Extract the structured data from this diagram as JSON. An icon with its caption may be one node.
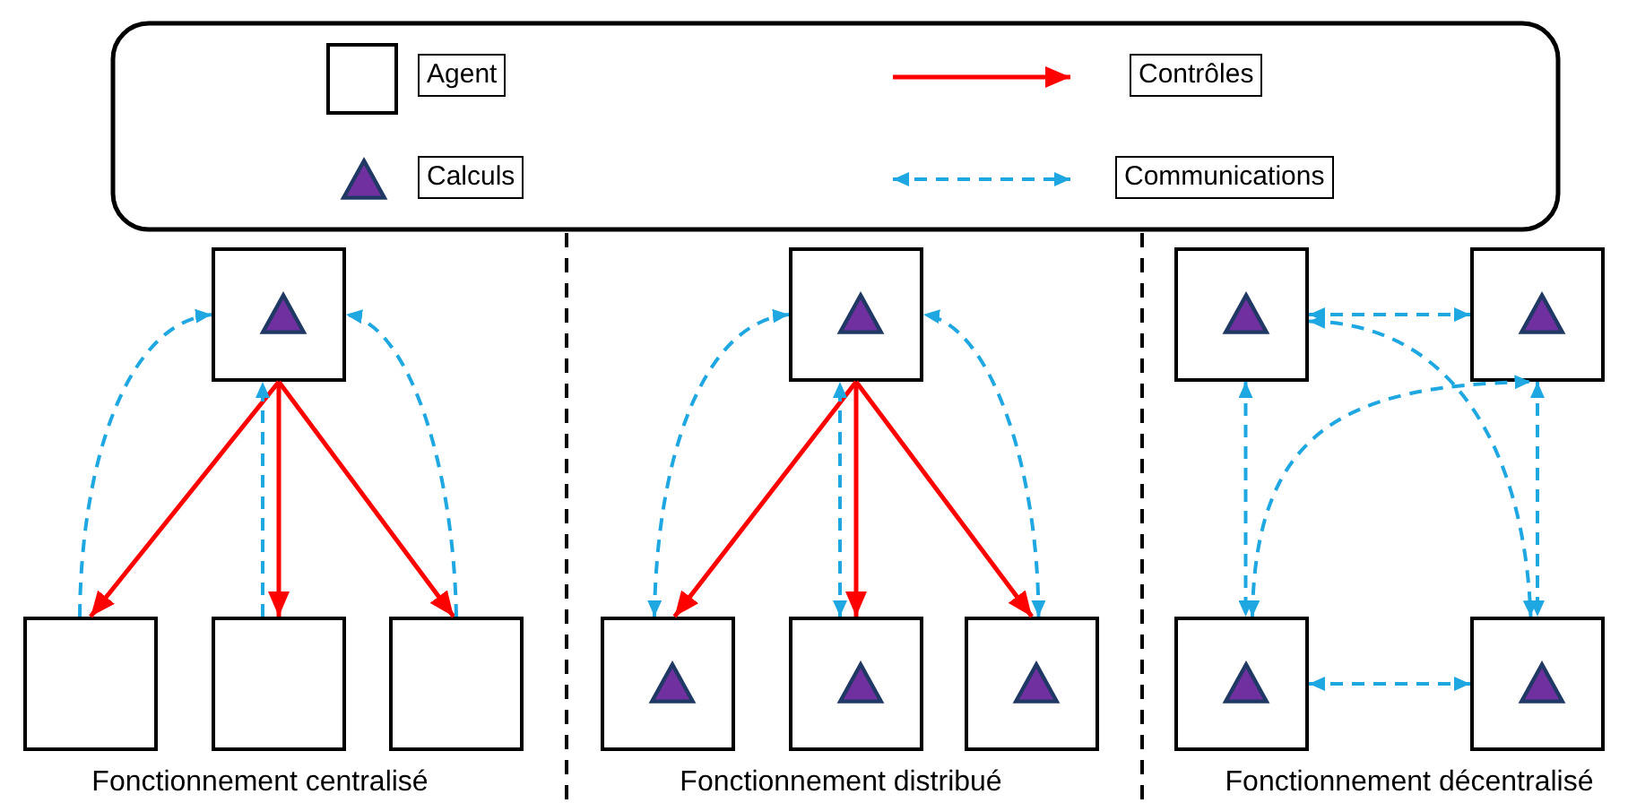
{
  "diagram": {
    "nodes": [
      {
        "text": [],
        "shape": "box"
      },
      {
        "text": [],
        "shape": "triangle",
        "in": 0
      },
      {
        "text": [],
        "shape": "box"
      },
      {
        "text": [],
        "shape": "box"
      },
      {
        "text": [],
        "shape": "box"
      },
      {
        "text": [],
        "shape": "box"
      },
      {
        "text": [],
        "shape": "triangle",
        "in": 5
      },
      {
        "text": [],
        "shape": "box"
      },
      {
        "text": [],
        "shape": "triangle",
        "in": 7
      },
      {
        "text": [],
        "shape": "box"
      },
      {
        "text": [],
        "shape": "triangle",
        "in": 9
      },
      {
        "text": [],
        "shape": "box"
      },
      {
        "text": [],
        "shape": "triangle",
        "in": 11
      },
      {
        "text": [],
        "shape": "box"
      },
      {
        "text": [],
        "shape": "triangle",
        "in": 13
      },
      {
        "text": [],
        "shape": "box"
      },
      {
        "text": [],
        "shape": "triangle",
        "in": 15
      },
      {
        "text": [],
        "shape": "box"
      },
      {
        "text": [],
        "shape": "triangle",
        "in": 17
      },
      {
        "text": [],
        "shape": "box"
      },
      {
        "text": [],
        "shape": "triangle",
        "in": 19
      }
    ],
    "edges": [
      {
        "from": 0,
        "to": 2,
        "arrow": "to",
        "color": "#ff0000"
      },
      {
        "from": 0,
        "to": 3,
        "arrow": "to",
        "color": "#ff0000"
      },
      {
        "from": 0,
        "to": 4,
        "arrow": "to",
        "color": "#ff0000"
      },
      {
        "from": 2,
        "to": 0,
        "arrow": "to",
        "style": "dashed"
      },
      {
        "from": 3,
        "to": 0,
        "arrow": "to",
        "style": "dashed"
      },
      {
        "from": 4,
        "to": 0,
        "arrow": "to",
        "style": "dashed"
      },
      {
        "from": 5,
        "to": 7,
        "arrow": "to",
        "color": "#ff0000"
      },
      {
        "from": 5,
        "to": 9,
        "arrow": "to",
        "color": "#ff0000"
      },
      {
        "from": 5,
        "to": 11,
        "arrow": "to",
        "color": "#ff0000"
      },
      {
        "from": 7,
        "to": 5,
        "arrow": "both",
        "style": "dashed"
      },
      {
        "from": 9,
        "to": 5,
        "arrow": "both",
        "style": "dashed"
      },
      {
        "from": 11,
        "to": 5,
        "arrow": "both",
        "style": "dashed"
      },
      {
        "from": 13,
        "to": 15,
        "arrow": "both",
        "style": "dashed"
      },
      {
        "from": 13,
        "to": 17,
        "arrow": "both",
        "style": "dashed"
      },
      {
        "from": 15,
        "to": 19,
        "arrow": "both",
        "style": "dashed"
      },
      {
        "from": 17,
        "to": 19,
        "arrow": "both",
        "style": "dashed"
      },
      {
        "from": 17,
        "to": 15,
        "arrow": "both",
        "style": "dashed"
      },
      {
        "from": 13,
        "to": 19,
        "arrow": "both",
        "style": "dashed"
      }
    ],
    "labels": [
      "Fonctionnement centralisé",
      "Fonctionnement distribué",
      "Fonctionnement décentralisé"
    ],
    "legend": [
      {
        "text": "Agent"
      },
      {
        "text": "Calculs"
      },
      {
        "text": "Contrôles"
      },
      {
        "text": "Communications"
      }
    ]
  }
}
